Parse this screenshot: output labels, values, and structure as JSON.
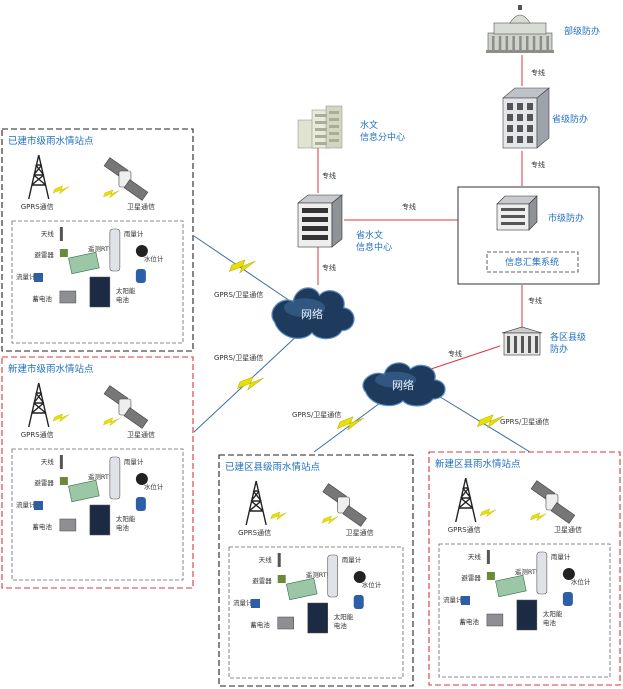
{
  "nodes": {
    "ministry": {
      "label": "部级防办"
    },
    "province_flood": {
      "label": "省级防办"
    },
    "city_flood": {
      "label": "市级防办"
    },
    "info_system": {
      "label": "信息汇集系统"
    },
    "district_flood": {
      "label": "各区县级\n防办"
    },
    "hydro_sub": {
      "label": "水文\n信息分中心"
    },
    "province_hydro": {
      "label": "省水文\n信息中心"
    },
    "network1": {
      "label": "网络"
    },
    "network2": {
      "label": "网络"
    }
  },
  "edges": {
    "dedicated_line": "专线",
    "gprs_sat": "GPRS/卫星通信"
  },
  "stations": [
    {
      "title": "已建市级雨水情站点",
      "style": "black"
    },
    {
      "title": "新建市级雨水情站点",
      "style": "red"
    },
    {
      "title": "已建区县级雨水情站点",
      "style": "black"
    },
    {
      "title": "新建区县雨水情站点",
      "style": "red"
    }
  ],
  "station_parts": {
    "gprs": "GPRS通信",
    "satellite": "卫星通信",
    "antenna": "天线",
    "rtu": "遥测RTU",
    "rain_gauge": "雨量计",
    "arrester": "避雷器",
    "flow_meter": "流量计",
    "water_level": "水位计",
    "battery": "蓄电池",
    "solar": "太阳能\n电池"
  },
  "colors": {
    "red_line": "#d9383a",
    "blue_text": "#1f6fbf",
    "black_border": "#222222",
    "red_border": "#d9383a",
    "lightning": "#e8e000",
    "cloud": "#1e3a5c"
  }
}
